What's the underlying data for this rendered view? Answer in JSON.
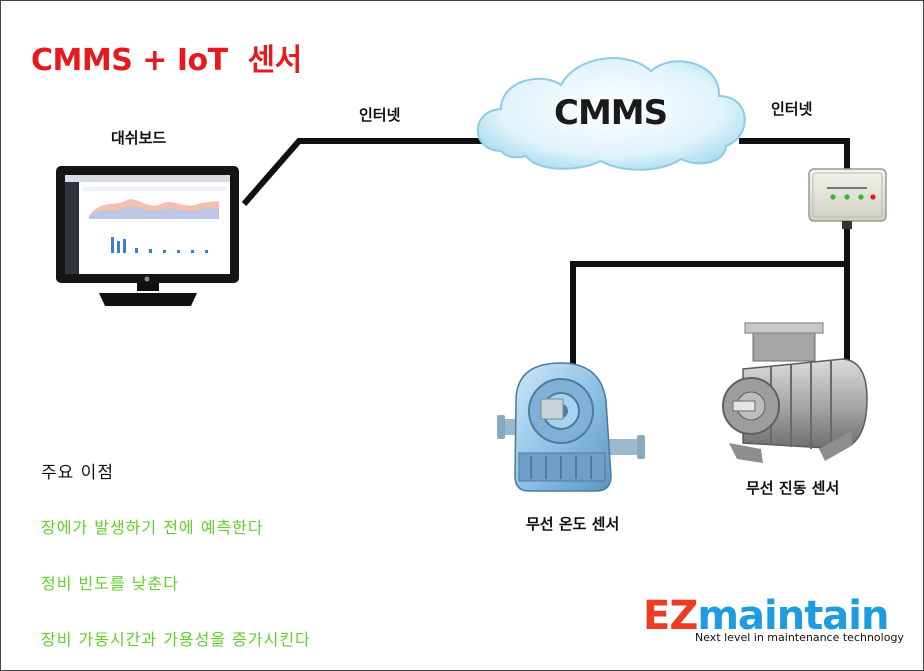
{
  "title": "CMMS + IoT  센서",
  "cloud": {
    "label": "CMMS"
  },
  "labels": {
    "dashboard": "대쉬보드",
    "internet_left": "인터넷",
    "internet_right": "인터넷",
    "temp_sensor": "무선 온도 센서",
    "vib_sensor": "무선 진동 센서"
  },
  "benefits": {
    "title": "주요 이점",
    "items": [
      "장에가 발생하기 전에 예측한다",
      "정비 빈도를 낮춘다",
      "장비 가동시간과 가용성을 증가시킨다"
    ]
  },
  "logo": {
    "ez": "EZ",
    "main": "maintain",
    "tagline": "Next level in maintenance technology"
  },
  "colors": {
    "title": "#e8191c",
    "benefit": "#5fd12b",
    "logo_ez": "#ee3b24",
    "logo_main": "#1f9be0"
  }
}
